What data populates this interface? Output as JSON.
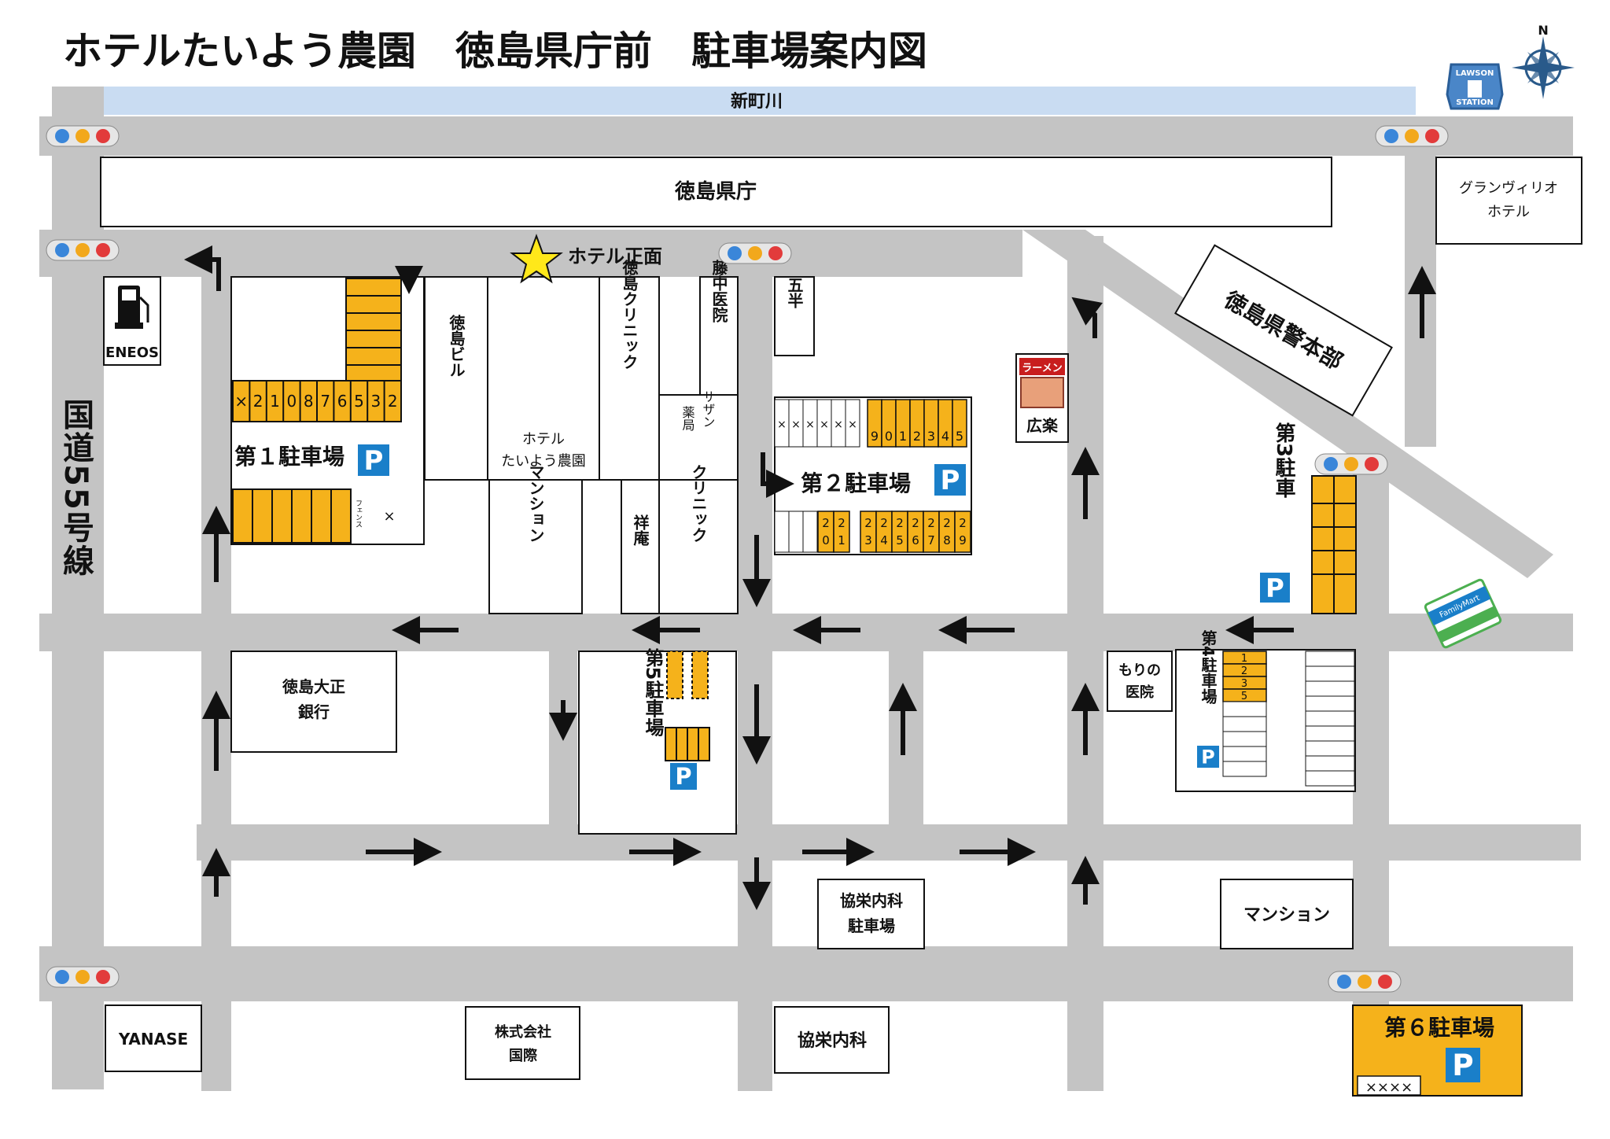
{
  "title": "ホテルたいよう農園　徳島県庁前　駐車場案内図",
  "colors": {
    "road": "#c4c4c4",
    "river": "#c9dcf2",
    "parking": "#f5b21b",
    "parking_sign": "#1a7fc9",
    "line": "#111111"
  },
  "compass_label": "N",
  "river_label": "新町川",
  "route_label": "国道55号線",
  "star_label": "ホテル正面",
  "buildings": {
    "kencho": "徳島県庁",
    "granvilio": [
      "グランヴィリオ",
      "ホテル"
    ],
    "police": "徳島県警本部",
    "eneos": "ENEOS",
    "tokushima_bldg": "徳島ビル",
    "hotel": [
      "ホテル",
      "たいよう農園"
    ],
    "tokushima_clinic": "徳島クリニック",
    "fujinaka": "藤中医院",
    "sazan": [
      "サザン",
      "薬局"
    ],
    "gohan": "五半",
    "ramen_sign": "ラーメン",
    "koraku": "広楽",
    "mansion1": "マンション",
    "shoan": "祥庵",
    "clinic2": "クリニック",
    "taisho_bank": [
      "徳島大正",
      "銀行"
    ],
    "morino": [
      "もりの",
      "医院"
    ],
    "kyoei_parking": [
      "協栄内科",
      "駐車場"
    ],
    "mansion2": "マンション",
    "yanase": "YANASE",
    "kokusai": [
      "株式会社",
      "国際"
    ],
    "kyoei": "協栄内科",
    "lawson": [
      "LAWSON",
      "STATION"
    ],
    "familymart": "FamilyMart",
    "fence": "フェンス"
  },
  "parking": {
    "p1": {
      "label": "第１駐車場",
      "slots": [
        "×",
        "2",
        "1",
        "0",
        "8",
        "7",
        "6",
        "5",
        "3",
        "2"
      ]
    },
    "p2": {
      "label": "第２駐車場",
      "top_slots": [
        "9",
        "0",
        "1",
        "2",
        "3",
        "4",
        "5"
      ],
      "bottom_slots": [
        "2\n0",
        "2\n1",
        "2\n3",
        "2\n4",
        "2\n5",
        "2\n6",
        "2\n7",
        "2\n8",
        "2\n9"
      ]
    },
    "p3": {
      "label": "第3駐車"
    },
    "p4": {
      "label": "第4駐車場",
      "slots": [
        "1",
        "2",
        "3",
        "5"
      ]
    },
    "p5": {
      "label": "第5駐車場"
    },
    "p6": {
      "label": "第６駐車場"
    },
    "p_symbol": "P"
  }
}
